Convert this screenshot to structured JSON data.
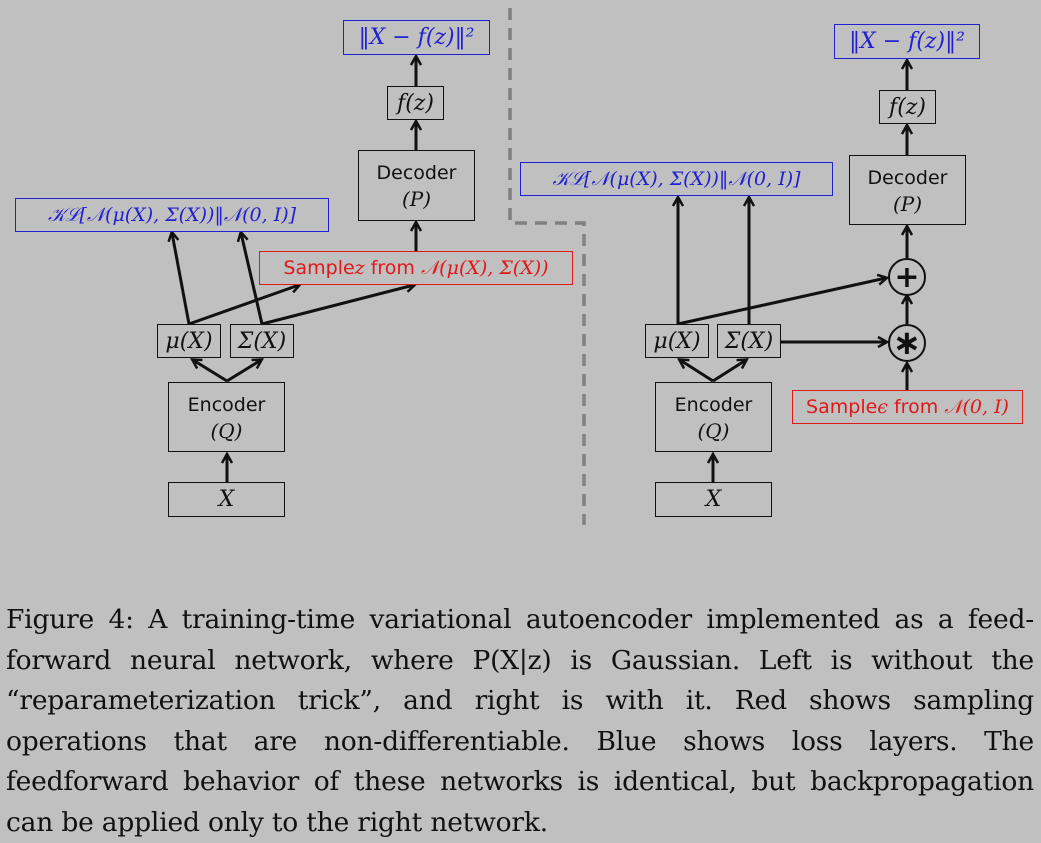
{
  "left": {
    "loss_recon": "‖X − f(z)‖²",
    "fz": "f(z)",
    "decoder_title": "Decoder",
    "decoder_param": "(P)",
    "loss_kl": "𝒦ℒ[𝒩(μ(X), Σ(X))‖𝒩(0, I)]",
    "sample_prefix": "Sample ",
    "sample_var": "z",
    "sample_mid": " from ",
    "sample_dist": "𝒩(μ(X), Σ(X))",
    "mu": "μ(X)",
    "sigma": "Σ(X)",
    "encoder_title": "Encoder",
    "encoder_param": "(Q)",
    "input": "X"
  },
  "right": {
    "loss_recon": "‖X − f(z)‖²",
    "fz": "f(z)",
    "decoder_title": "Decoder",
    "decoder_param": "(P)",
    "loss_kl": "𝒦ℒ[𝒩(μ(X), Σ(X))‖𝒩(0, I)]",
    "plus": "+",
    "times": "∗",
    "mu": "μ(X)",
    "sigma": "Σ(X)",
    "sample_prefix": "Sample ",
    "sample_var": "ϵ",
    "sample_mid": " from ",
    "sample_dist": "𝒩(0, I)",
    "encoder_title": "Encoder",
    "encoder_param": "(Q)",
    "input": "X"
  },
  "caption": "Figure 4: A training-time variational autoencoder implemented as a feed-forward neural network, where P(X|z) is Gaussian. Left is without the “reparameterization trick”, and right is with it. Red shows sampling operations that are non-differentiable. Blue shows loss layers. The feedforward behavior of these networks is identical, but backpropagation can be applied only to the right network.",
  "colors": {
    "loss": "#2020d0",
    "sample": "#e01818",
    "background": "#c0c0c0",
    "divider": "#808080"
  }
}
